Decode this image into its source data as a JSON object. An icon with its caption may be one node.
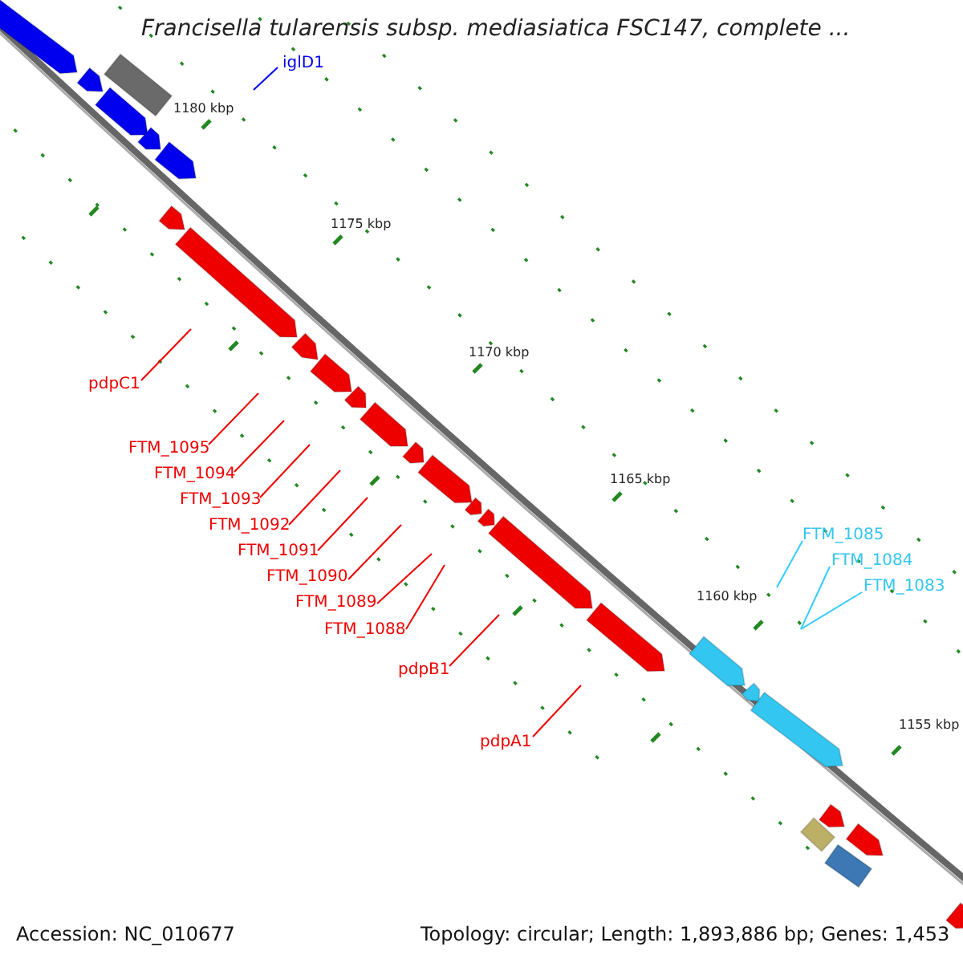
{
  "diagram": {
    "title": "Francisella tularensis subsp. mediasiatica FSC147, complete ...",
    "nodes": [
      {
        "text": [
          "iglD1"
        ]
      },
      {
        "text": [
          "pdpC1"
        ]
      },
      {
        "text": [
          "FTM_1095"
        ]
      },
      {
        "text": [
          "FTM_1094"
        ]
      },
      {
        "text": [
          "FTM_1093"
        ]
      },
      {
        "text": [
          "FTM_1092"
        ]
      },
      {
        "text": [
          "FTM_1091"
        ]
      },
      {
        "text": [
          "FTM_1090"
        ]
      },
      {
        "text": [
          "FTM_1089"
        ]
      },
      {
        "text": [
          "FTM_1088"
        ]
      },
      {
        "text": [
          "pdpB1"
        ]
      },
      {
        "text": [
          "pdpA1"
        ]
      },
      {
        "text": [
          "FTM_1085"
        ]
      },
      {
        "text": [
          "FTM_1084"
        ]
      },
      {
        "text": [
          "FTM_1083"
        ]
      }
    ],
    "edges": [
      {
        "from": 0,
        "to": null,
        "arrow": "none",
        "color": "#0000ff"
      },
      {
        "from": 1,
        "to": null,
        "arrow": "none"
      },
      {
        "from": 2,
        "to": null,
        "arrow": "none"
      },
      {
        "from": 3,
        "to": null,
        "arrow": "none"
      },
      {
        "from": 4,
        "to": null,
        "arrow": "none"
      },
      {
        "from": 5,
        "to": null,
        "arrow": "none"
      },
      {
        "from": 6,
        "to": null,
        "arrow": "none"
      },
      {
        "from": 7,
        "to": null,
        "arrow": "none"
      },
      {
        "from": 8,
        "to": null,
        "arrow": "none"
      },
      {
        "from": 9,
        "to": null,
        "arrow": "none"
      },
      {
        "from": 10,
        "to": null,
        "arrow": "none"
      },
      {
        "from": 11,
        "to": null,
        "arrow": "none"
      },
      {
        "from": 12,
        "to": null,
        "arrow": "none",
        "color": "#33ccff"
      },
      {
        "from": 13,
        "to": null,
        "arrow": "none",
        "color": "#33ccff"
      },
      {
        "from": 14,
        "to": null,
        "arrow": "none",
        "color": "#33ccff"
      }
    ],
    "labels": [
      "1180 kbp",
      "1175 kbp",
      "1170 kbp",
      "1165 kbp",
      "1160 kbp",
      "1155 kbp",
      "Accession: NC_010677",
      "Topology: circular; Length: 1,893,886 bp; Genes: 1,453"
    ]
  }
}
